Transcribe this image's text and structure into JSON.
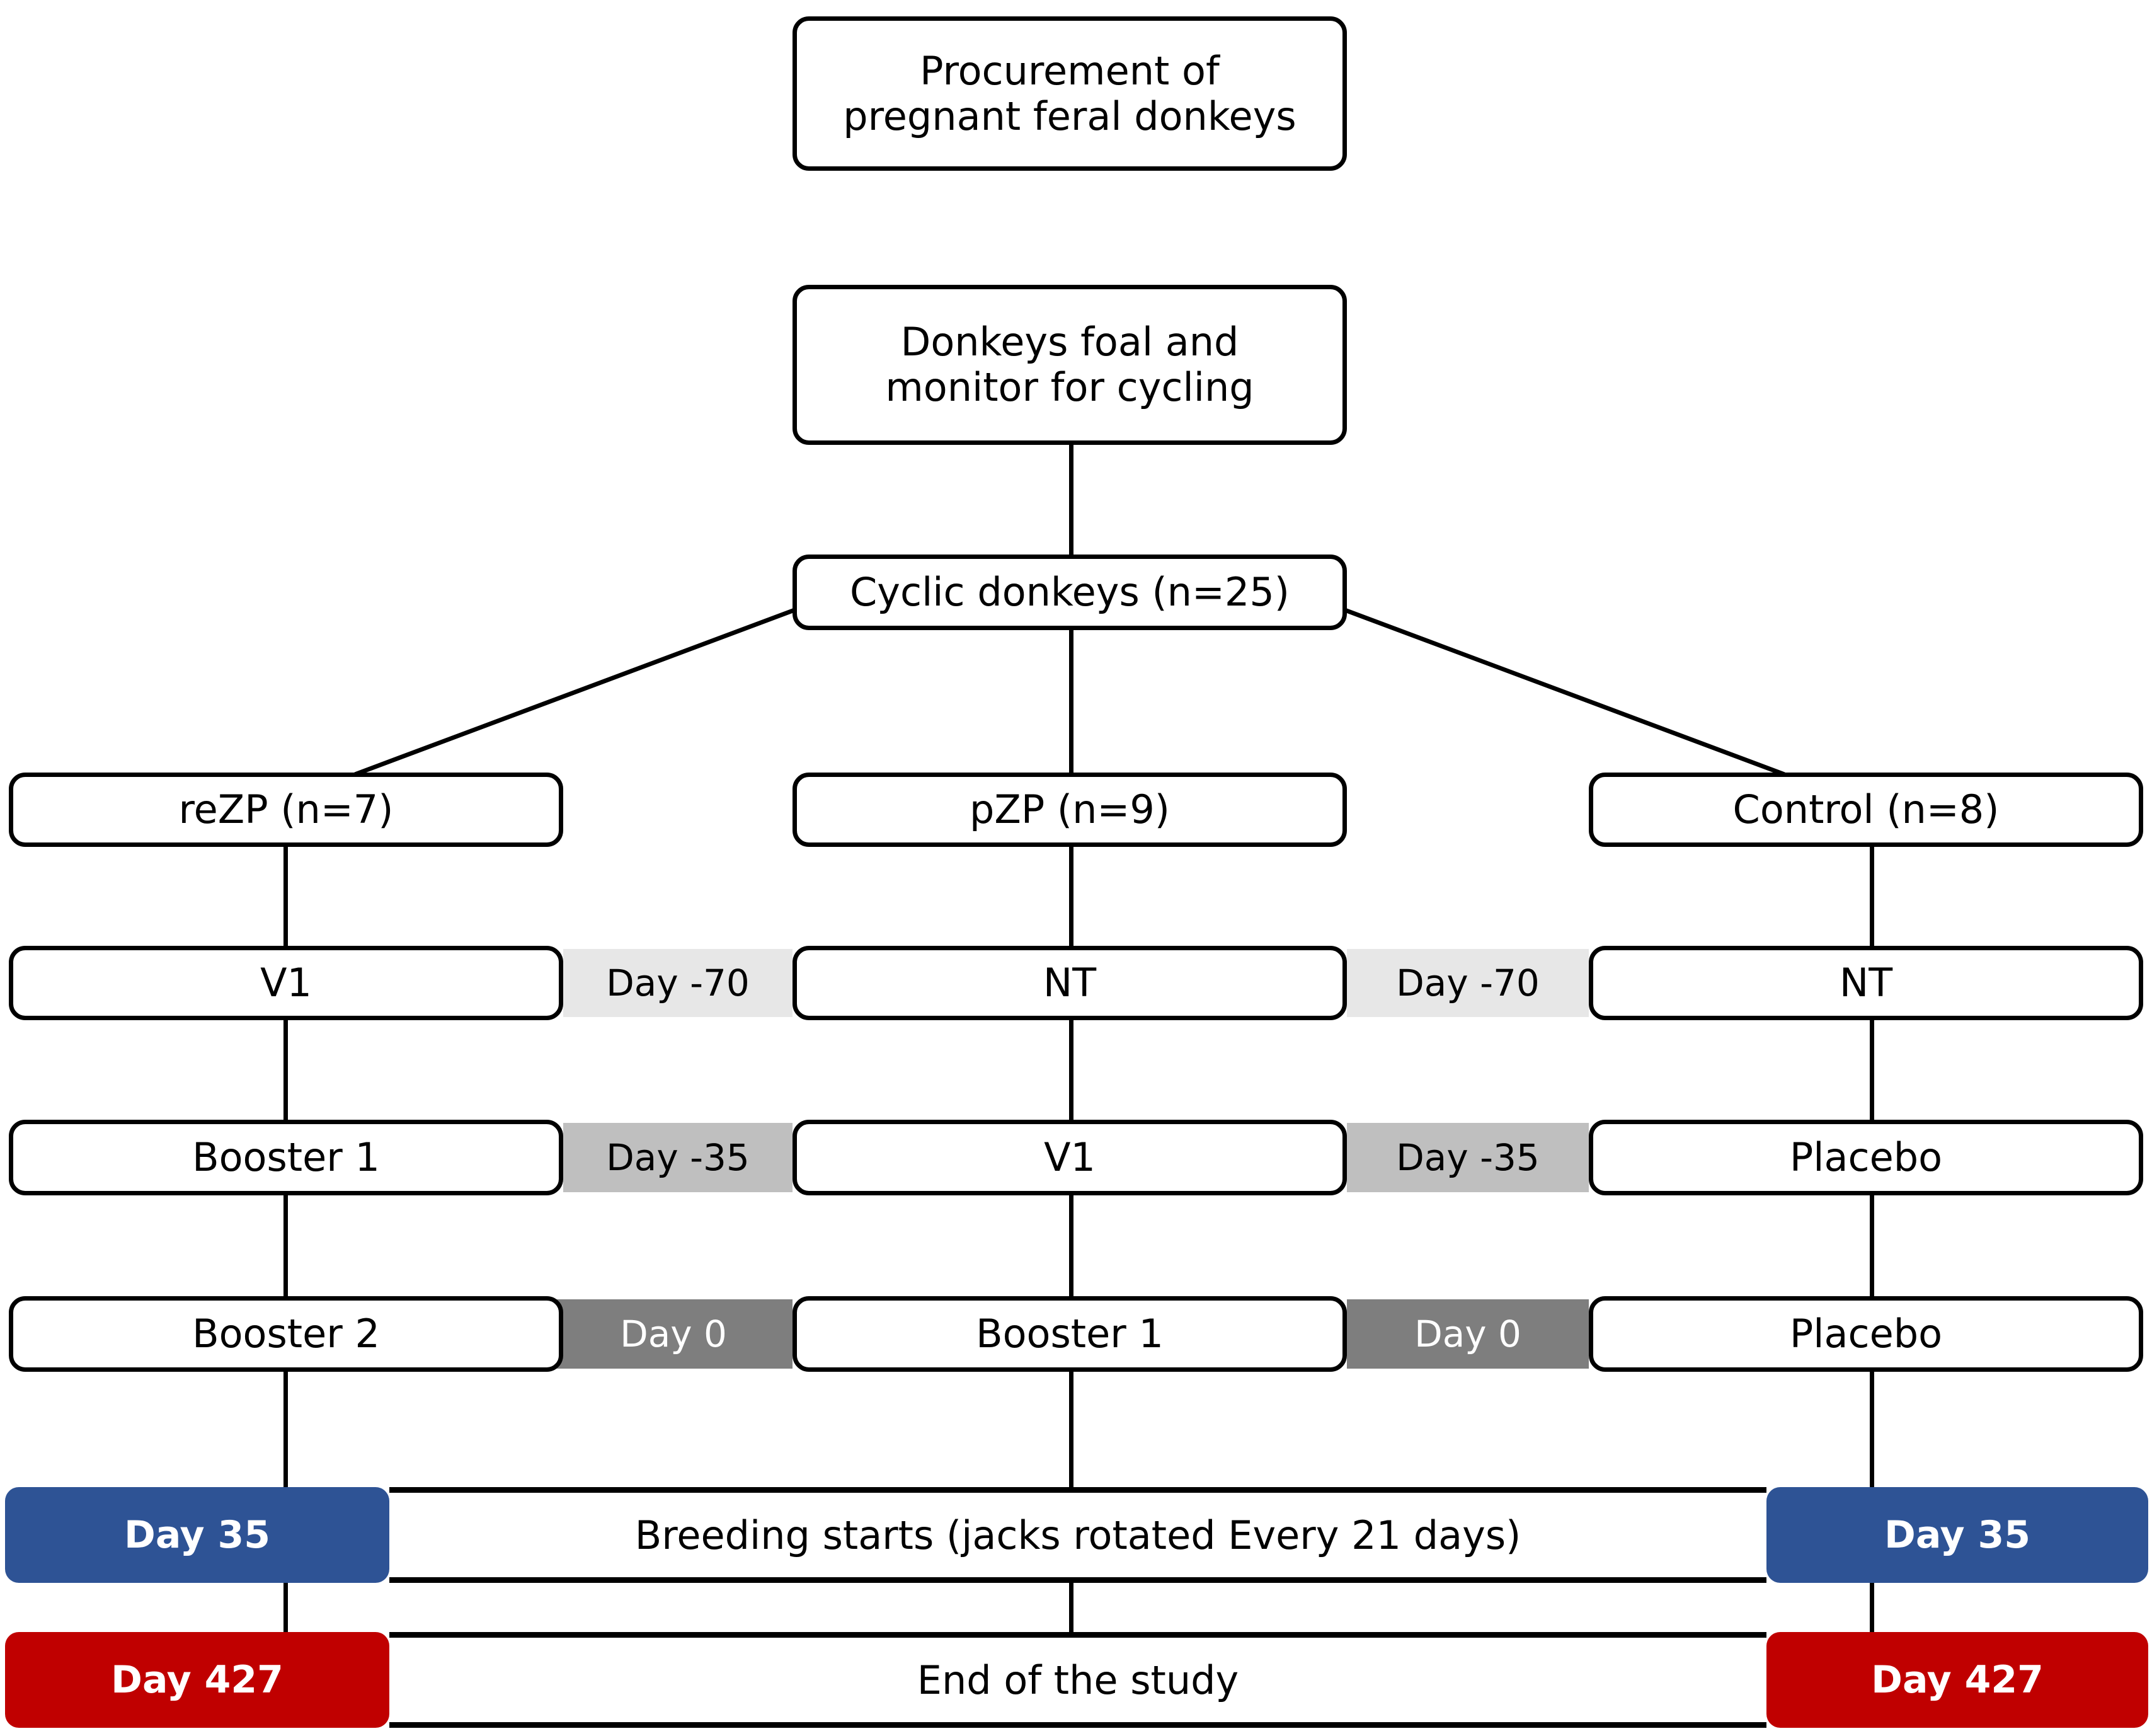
{
  "diagram": {
    "title": "Donkey immunocontraception study design flowchart",
    "colors": {
      "line": "#000000",
      "box_fill": "#FFFFFF",
      "day_light_gray": "#E7E7E7",
      "day_mid_gray": "#BFBFBF",
      "day_dark_gray": "#7E7E7E",
      "day35_blue": "#2E5395",
      "day427_red": "#C00000",
      "white_text": "#FFFFFF"
    }
  },
  "top": {
    "procurement_line1": "Procurement of",
    "procurement_line2": "pregnant feral donkeys",
    "foal_line1": "Donkeys foal and",
    "foal_line2": "monitor for cycling",
    "cyclic": "Cyclic donkeys (n=25)"
  },
  "groups": [
    {
      "label": "reZP (n=7)"
    },
    {
      "label": "pZP (n=9)"
    },
    {
      "label": "Control (n=8)"
    }
  ],
  "rows": [
    {
      "day_label": "Day -70",
      "shade": "light",
      "left": "V1",
      "middle": "NT",
      "right": "NT"
    },
    {
      "day_label": "Day -35",
      "shade": "mid",
      "left": "Booster 1",
      "middle": "V1",
      "right": "Placebo"
    },
    {
      "day_label": "Day 0",
      "shade": "dark",
      "left": "Booster 2",
      "middle": "Booster 1",
      "right": "Placebo"
    }
  ],
  "banners": [
    {
      "left_cap": "Day 35",
      "right_cap": "Day 35",
      "text": "Breeding starts (jacks rotated Every 21 days)",
      "color": "blue"
    },
    {
      "left_cap": "Day 427",
      "right_cap": "Day 427",
      "text": "End of the study",
      "color": "red"
    }
  ]
}
